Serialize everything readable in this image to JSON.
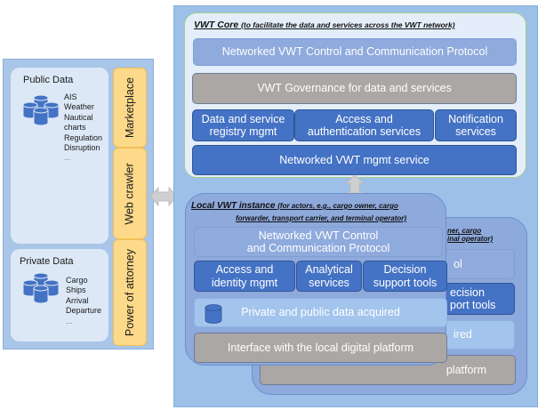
{
  "left_panel": {
    "public": {
      "title": "Public Data",
      "items": [
        "AIS",
        "Weather",
        "Nautical",
        "charts",
        "Regulation",
        "Disruption",
        "..."
      ]
    },
    "private": {
      "title": "Private Data",
      "items": [
        "Cargo",
        "Ships",
        "Arrival",
        "Departure",
        "..."
      ]
    },
    "channels": [
      "Marketplace",
      "Web crawler",
      "Power of attorney"
    ]
  },
  "core": {
    "title": "VWT Core",
    "subtitle": "(to facilitate the data and services across the VWT network)",
    "protocol": "Networked VWT Control and Communication Protocol",
    "governance": "VWT Governance for data and services",
    "services": [
      {
        "line1": "Data and service",
        "line2": "registry mgmt"
      },
      {
        "line1": "Access and",
        "line2": "authentication services"
      },
      {
        "line1": "Notification",
        "line2": "services"
      }
    ],
    "mgmt": "Networked VWT mgmt service"
  },
  "local_front": {
    "title": "Local VWT instance",
    "subtitle_line1": "(for actors, e.g., cargo owner, cargo",
    "subtitle_line2": "forwarder, transport carrier, and terminal operator)",
    "protocol_line1": "Networked VWT Control",
    "protocol_line2": "and Communication Protocol",
    "services": [
      {
        "line1": "Access and",
        "line2": "identity mgmt"
      },
      {
        "line1": "Analytical",
        "line2": "services"
      },
      {
        "line1": "Decision",
        "line2": "support tools"
      }
    ],
    "data": "Private and public data acquired",
    "interface": "Interface with the local digital platform"
  },
  "local_back": {
    "subtitle_line1": "ner, cargo",
    "subtitle_line2": "inal operator)",
    "protocol_partial": "ol",
    "decision_line1": "ecision",
    "decision_line2": "port tools",
    "data_partial": "ired",
    "interface_partial": "platform"
  },
  "colors": {
    "panel_blue": "#9cc0e7",
    "core_fill": "#e3eefa",
    "core_border": "#a5cc8d",
    "protocol": "#8faadc",
    "governance": "#aba7a5",
    "service_dark": "#4472c4",
    "channel_yellow": "#fdd98a",
    "local_fill": "#8ea9db"
  }
}
